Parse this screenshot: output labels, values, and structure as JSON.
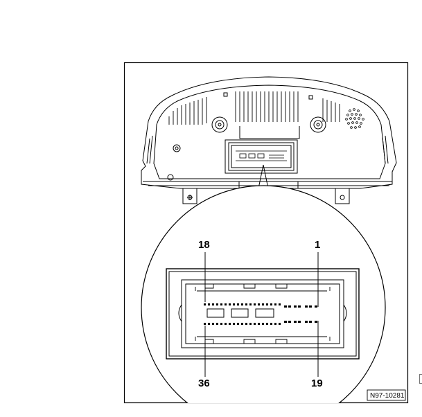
{
  "diagram": {
    "pin_labels": {
      "top_left": "18",
      "top_right": "1",
      "bottom_left": "36",
      "bottom_right": "19"
    },
    "reference_code": "N97-10281",
    "colors": {
      "line": "#000000",
      "fill": "#ffffff",
      "light_line": "#555555"
    }
  }
}
